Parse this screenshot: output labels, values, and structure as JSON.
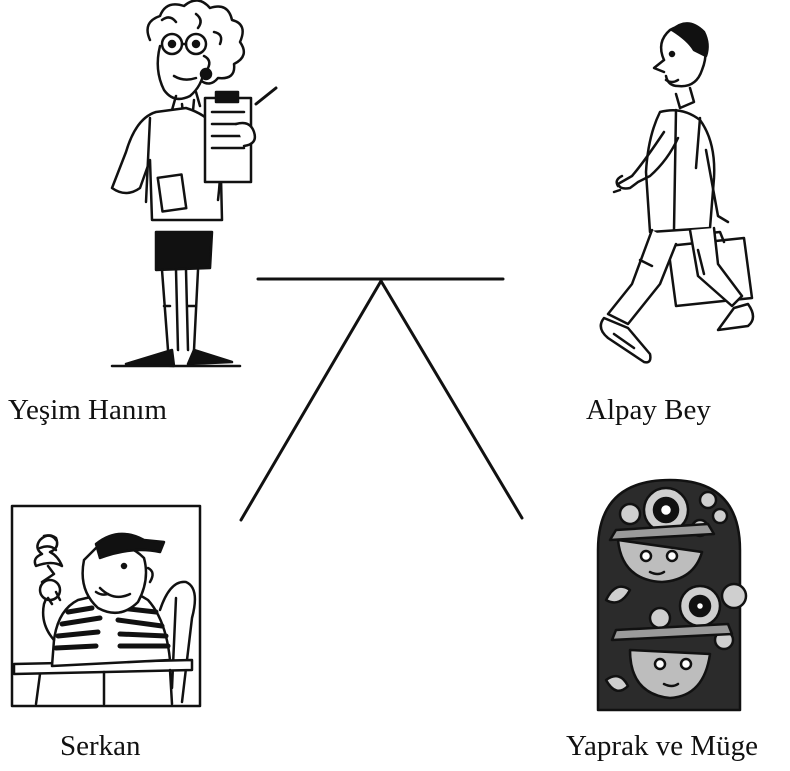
{
  "people": {
    "yesim": {
      "name": "Yeşim Hanım",
      "icon": "teacher-with-clipboard-illustration"
    },
    "alpay": {
      "name": "Alpay Bey",
      "icon": "businessman-with-briefcase-illustration"
    },
    "serkan": {
      "name": "Serkan",
      "icon": "boy-with-ice-cream-illustration"
    },
    "yaprak": {
      "name": "Yaprak ve Müge",
      "icon": "two-girls-with-hats-illustration"
    }
  },
  "diagram": {
    "stroke_color": "#111111",
    "tile_bg": "#2b2b2b",
    "flower_color": "#cfcfcf"
  }
}
